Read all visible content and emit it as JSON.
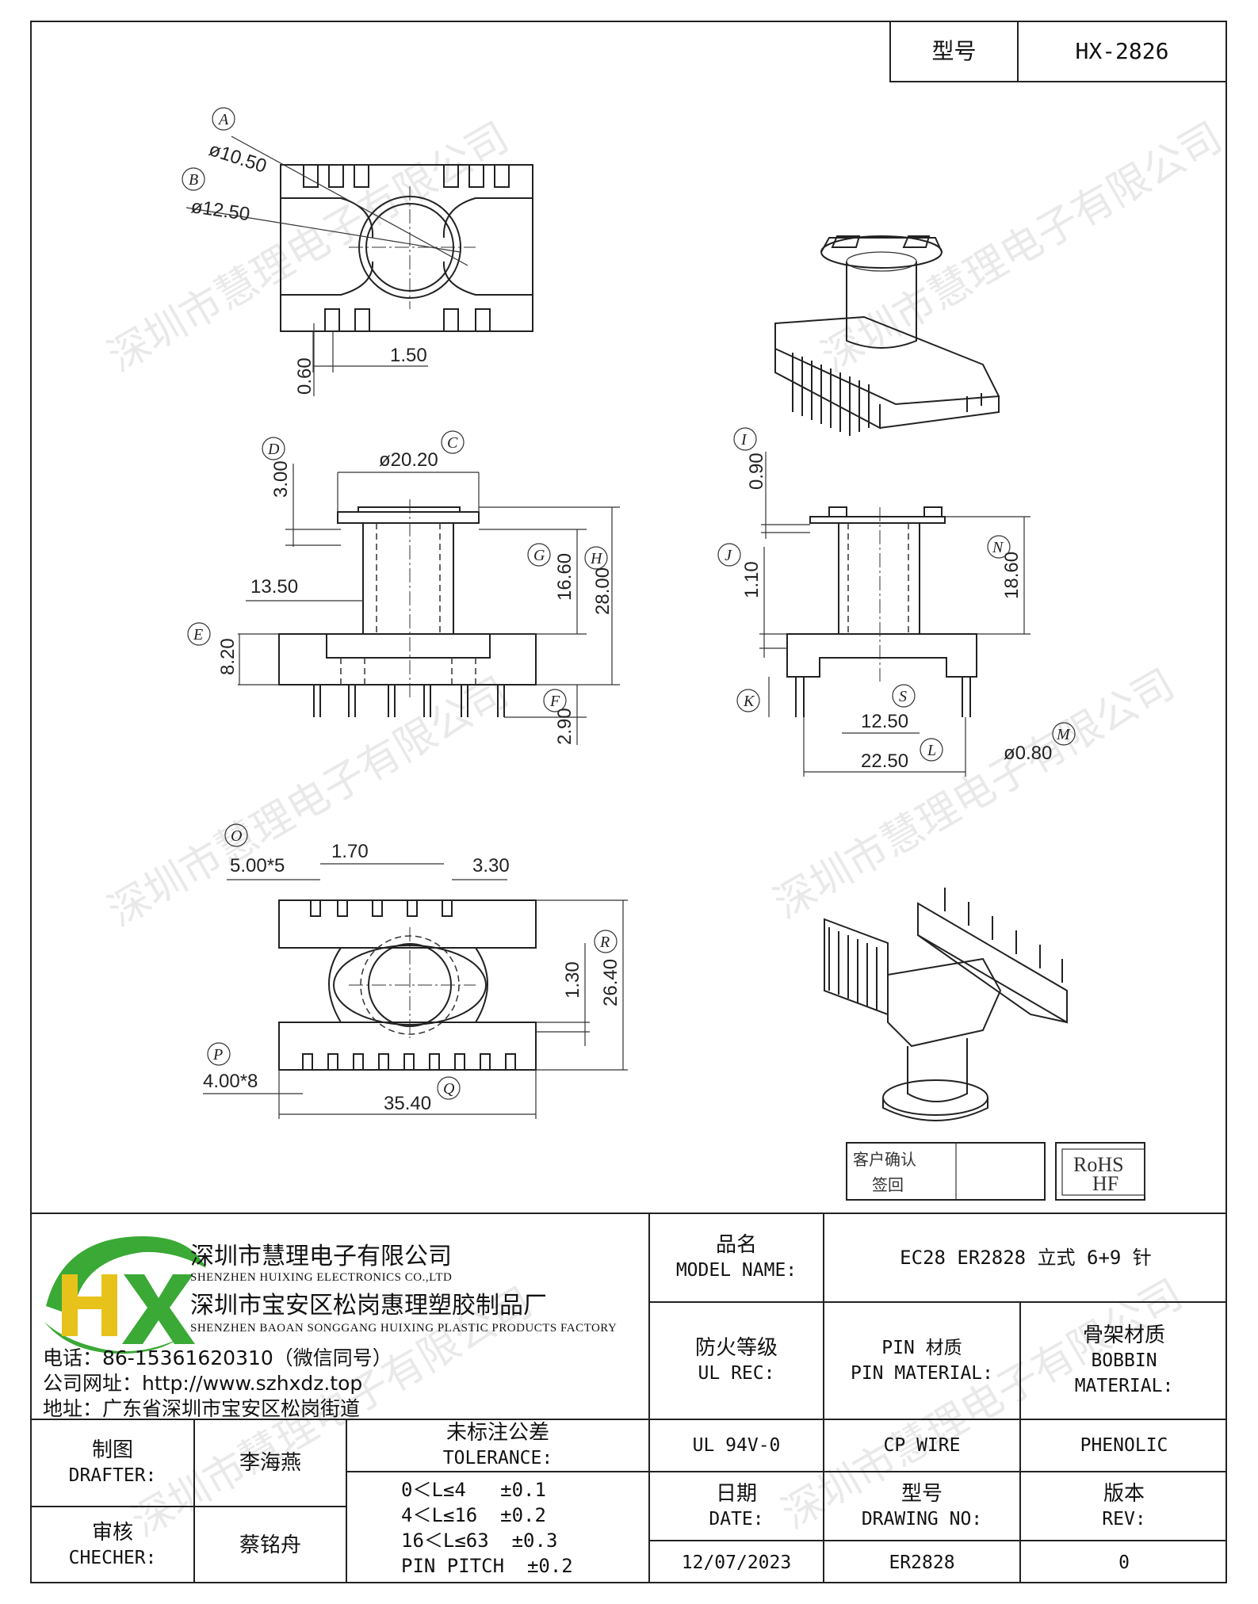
{
  "header": {
    "model_label": "型号",
    "model_value": "HX-2826"
  },
  "watermark": "深圳市慧理电子有限公司",
  "dims": {
    "A": "A",
    "B": "B",
    "C": "C",
    "D": "D",
    "E": "E",
    "F": "F",
    "G": "G",
    "H": "H",
    "I": "I",
    "J": "J",
    "K": "K",
    "L": "L",
    "M": "M",
    "N": "N",
    "O": "O",
    "P": "P",
    "Q": "Q",
    "R": "R",
    "S": "S",
    "dA": "ø10.50",
    "dB": "ø12.50",
    "d150": "1.50",
    "d060": "0.60",
    "dC": "ø20.20",
    "dD": "3.00",
    "d1350": "13.50",
    "dE": "8.20",
    "dG": "16.60",
    "dH": "28.00",
    "dF": "2.90",
    "dI": "0.90",
    "dJ": "1.10",
    "dN": "18.60",
    "dS": "12.50",
    "dL": "22.50",
    "dM": "ø0.80",
    "d170": "1.70",
    "dO": "5.00*5",
    "d330": "3.30",
    "d130": "1.30",
    "dR": "26.40",
    "dP": "4.00*8",
    "dQ": "35.40"
  },
  "approval": {
    "line1": "客户确认",
    "line2": "签回",
    "rohs": "RoHS",
    "hf": "HF"
  },
  "company": {
    "logo": "HX",
    "name_cn": "深圳市慧理电子有限公司",
    "name_en": "SHENZHEN HUIXING ELECTRONICS CO.,LTD",
    "factory_cn": "深圳市宝安区松岗惠理塑胶制品厂",
    "factory_en": "SHENZHEN BAOAN SONGGANG HUIXING PLASTIC PRODUCTS FACTORY",
    "phone": "电话：86-15361620310（微信同号）",
    "website": "公司网址：http://www.szhxdz.top",
    "address": "地址：广东省深圳市宝安区松岗街道"
  },
  "table": {
    "model_name_cn": "品名",
    "model_name_en": "MODEL NAME:",
    "model_name_value": "EC28 ER2828 立式 6+9 针",
    "ul_cn": "防火等级",
    "ul_en": "UL REC:",
    "pin_cn": "PIN 材质",
    "pin_en": "PIN MATERIAL:",
    "bobbin_cn": "骨架材质",
    "bobbin_en1": "BOBBIN",
    "bobbin_en2": "MATERIAL:",
    "ul_value": "UL 94V-0",
    "pin_value": "CP WIRE",
    "bobbin_value": "PHENOLIC",
    "drafter_cn": "制图",
    "drafter_en": "DRAFTER:",
    "drafter_name": "李海燕",
    "checker_cn": "审核",
    "checker_en": "CHECHER:",
    "checker_name": "蔡铭舟",
    "tol_cn": "未标注公差",
    "tol_en": "TOLERANCE:",
    "tol_lines": [
      "0＜L≤4   ±0.1",
      "4＜L≤16  ±0.2",
      "16＜L≤63  ±0.3",
      "PIN PITCH  ±0.2"
    ],
    "date_cn": "日期",
    "date_en": "DATE:",
    "date_value": "12/07/2023",
    "dwg_cn": "型号",
    "dwg_en": "DRAWING NO:",
    "dwg_value": "ER2828",
    "rev_cn": "版本",
    "rev_en": "REV:",
    "rev_value": "0"
  },
  "colors": {
    "logo_green": "#3aa935",
    "logo_yellow": "#e6c21a",
    "logo_blue": "#1f4e9c"
  }
}
